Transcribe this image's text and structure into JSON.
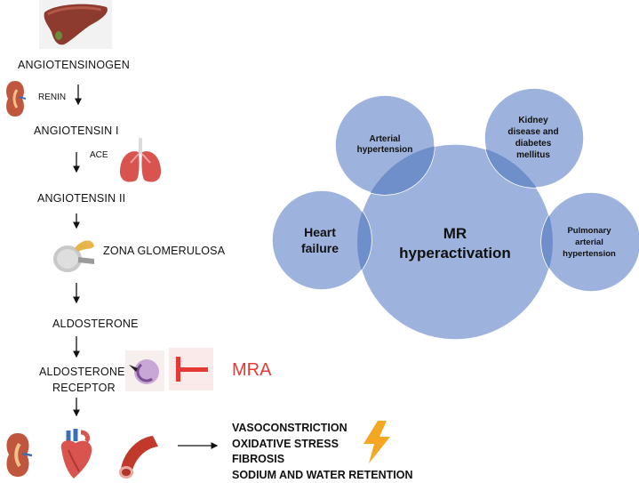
{
  "pathway": {
    "angiotensinogen": "ANGIOTENSINOGEN",
    "renin": "RENIN",
    "angiotensin_i": "ANGIOTENSIN I",
    "ace": "ACE",
    "angiotensin_ii": "ANGIOTENSIN II",
    "zona_glomerulosa": "ZONA GLOMERULOSA",
    "aldosterone": "ALDOSTERONE",
    "receptor_line1": "ALDOSTERONE",
    "receptor_line2": "RECEPTOR",
    "mra": "MRA"
  },
  "effects": [
    "VASOCONSTRICTION",
    "OXIDATIVE STRESS",
    "FIBROSIS",
    "SODIUM AND WATER RETENTION"
  ],
  "venn": {
    "center_line1": "MR",
    "center_line2": "hyperactivation",
    "heart_line1": "Heart",
    "heart_line2": "failure",
    "arterial_line1": "Arterial",
    "arterial_line2": "hypertension",
    "kidney_line1": "Kidney",
    "kidney_line2": "disease and",
    "kidney_line3": "diabetes",
    "kidney_line4": "mellitus",
    "pulmonary_line1": "Pulmonary",
    "pulmonary_line2": "arterial",
    "pulmonary_line3": "hypertension"
  },
  "colors": {
    "circle_fill": "#9db3dd",
    "circle_stroke": "#ffffff",
    "overlap_fill": "#6f8fcb",
    "mra_red": "#e53935",
    "arrow": "#111111"
  },
  "icons": [
    "liver-icon",
    "kidney-icon",
    "lungs-icon",
    "adrenal-gland-icon",
    "receptor-icon",
    "inhibition-icon",
    "heart-icon",
    "blood-vessel-icon",
    "lightning-icon"
  ]
}
